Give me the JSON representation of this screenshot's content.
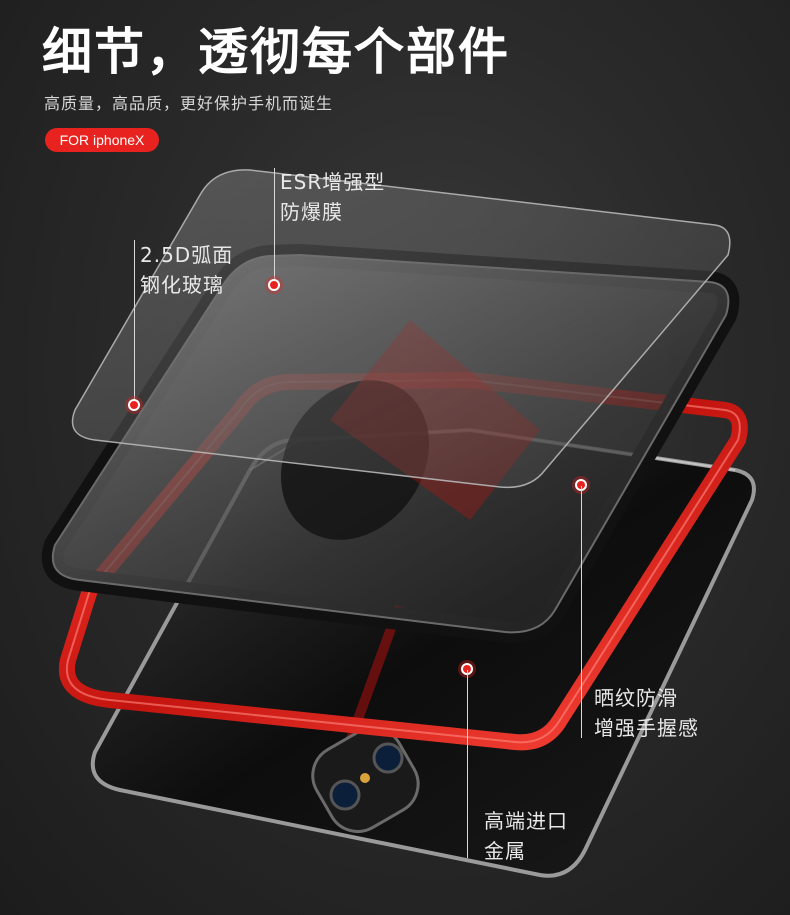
{
  "header": {
    "title": "细节，透彻每个部件",
    "subtitle": "高质量，高品质，更好保护手机而诞生",
    "badge": "FOR iphoneX"
  },
  "callouts": {
    "glass": {
      "line1": "2.5D弧面",
      "line2": "钢化玻璃"
    },
    "film": {
      "line1": "ESR增强型",
      "line2": "防爆膜"
    },
    "grip": {
      "line1": "晒纹防滑",
      "line2": "增强手握感"
    },
    "metal": {
      "line1": "高端进口",
      "line2": "金属"
    }
  },
  "colors": {
    "accent": "#e8231f",
    "background": "#2a2a2a",
    "text": "#ffffff"
  }
}
